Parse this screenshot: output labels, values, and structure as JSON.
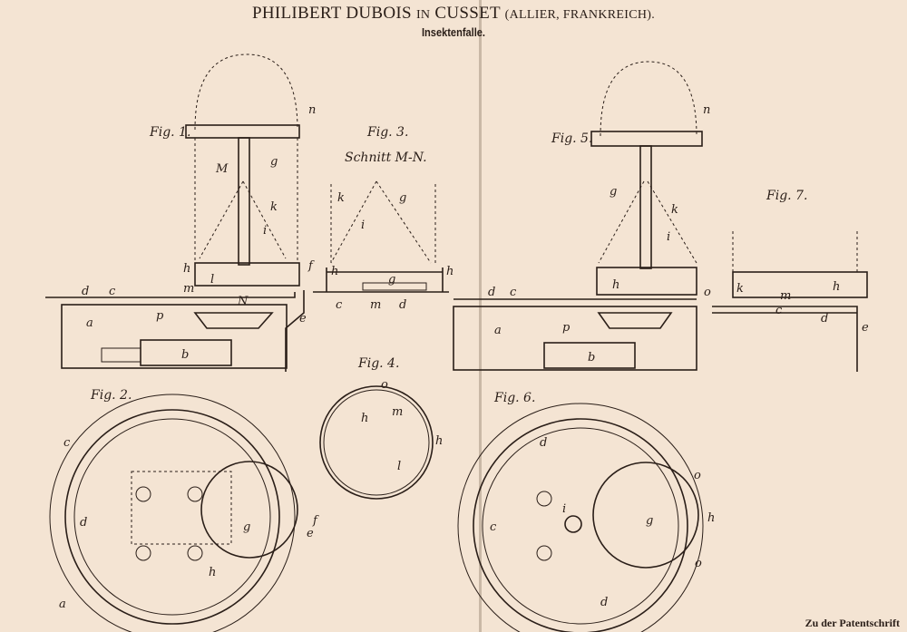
{
  "header": {
    "name": "PHILIBERT DUBOIS",
    "in": "IN",
    "place": "CUSSET",
    "region": "(ALLIER, FRANKREICH).",
    "subtitle": "Insektenfalle."
  },
  "footer": "Zu der Patentschrift",
  "figures": [
    "Fig. 1.",
    "Fig. 2.",
    "Fig. 3.",
    "Fig. 4.",
    "Fig. 5.",
    "Fig. 6.",
    "Fig. 7."
  ],
  "fig3_caption": "Schnitt M-N.",
  "labels": {
    "fig1": [
      "n",
      "g",
      "M",
      "k",
      "i",
      "h",
      "m",
      "l",
      "f",
      "N",
      "d",
      "c",
      "p",
      "a",
      "b",
      "e"
    ],
    "fig3": [
      "k",
      "g",
      "i",
      "h",
      "g",
      "c",
      "m",
      "d",
      "h"
    ],
    "fig5": [
      "n",
      "g",
      "k",
      "i",
      "h",
      "d",
      "c",
      "o",
      "p",
      "a",
      "b"
    ],
    "fig7": [
      "k",
      "m",
      "h",
      "c",
      "d",
      "e"
    ],
    "fig4": [
      "o",
      "h",
      "m",
      "h",
      "l"
    ],
    "fig2": [
      "c",
      "d",
      "g",
      "f",
      "e",
      "h",
      "a"
    ],
    "fig6": [
      "d",
      "o",
      "i",
      "g",
      "h",
      "c",
      "o",
      "d"
    ]
  }
}
